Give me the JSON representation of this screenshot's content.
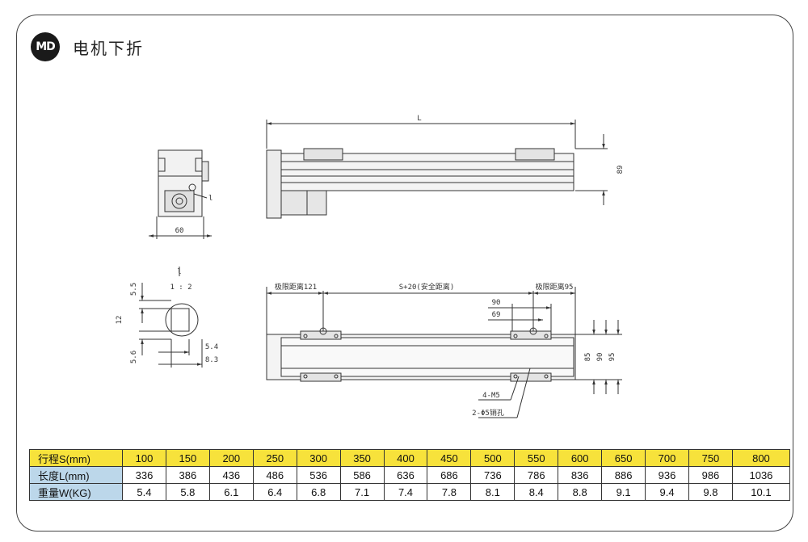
{
  "header": {
    "badge": "MD",
    "title": "电机下折"
  },
  "drawing": {
    "end_view_top": {
      "dim_width": "60",
      "label_l": "l"
    },
    "side_view_top": {
      "dim_length": "L",
      "dim_height": "89"
    },
    "detail": {
      "label_l": "l",
      "scale": "1 : 2",
      "d1": "5.5",
      "d2": "12",
      "d3": "5.6",
      "d4": "5.4",
      "d5": "8.3"
    },
    "top_view": {
      "limit_left": "极限距离121",
      "stroke_label": "S+20(安全距离)",
      "limit_right": "极限距离95",
      "d90": "90",
      "d69": "69",
      "h85": "85",
      "h90": "90",
      "h95": "95",
      "thread_note": "4-M5",
      "pin_note": "2-Φ5销孔"
    }
  },
  "table": {
    "rows": [
      {
        "header": "行程S(mm)",
        "values": [
          "100",
          "150",
          "200",
          "250",
          "300",
          "350",
          "400",
          "450",
          "500",
          "550",
          "600",
          "650",
          "700",
          "750",
          "800"
        ]
      },
      {
        "header": "长度L(mm)",
        "values": [
          "336",
          "386",
          "436",
          "486",
          "536",
          "586",
          "636",
          "686",
          "736",
          "786",
          "836",
          "886",
          "936",
          "986",
          "1036"
        ]
      },
      {
        "header": "重量W(KG)",
        "values": [
          "5.4",
          "5.8",
          "6.1",
          "6.4",
          "6.8",
          "7.1",
          "7.4",
          "7.8",
          "8.1",
          "8.4",
          "8.8",
          "9.1",
          "9.4",
          "9.8",
          "10.1"
        ]
      }
    ]
  }
}
